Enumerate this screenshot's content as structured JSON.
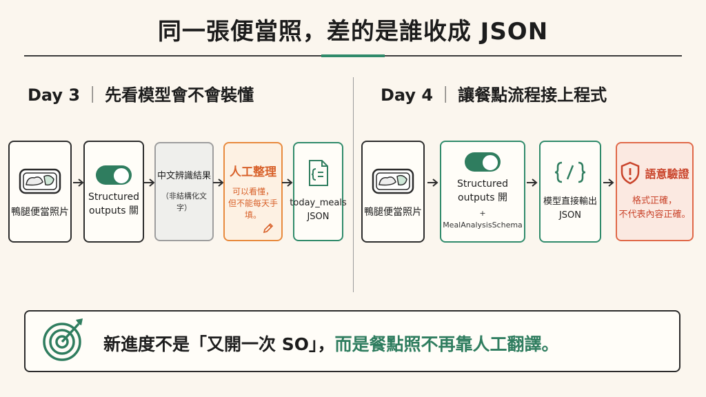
{
  "title": "同一張便當照，差的是誰收成 JSON",
  "day3": {
    "heading_day": "Day 3",
    "heading_sep": "｜",
    "heading_text": "先看模型會不會裝懂",
    "photo_label": "鴨腿便當照片",
    "so_line1": "Structured",
    "so_line2": "outputs 關",
    "result_title": "中文辨識結果",
    "result_sub": "（非結構化文字）",
    "manual_title": "人工整理",
    "manual_line1": "可以看懂，",
    "manual_line2": "但不能每天手填。",
    "json_line1": "today_meals",
    "json_line2": "JSON"
  },
  "day4": {
    "heading_day": "Day 4",
    "heading_sep": "｜",
    "heading_text": "讓餐點流程接上程式",
    "photo_label": "鴨腿便當照片",
    "so_line1": "Structured",
    "so_line2": "outputs 開",
    "so_line3": "+ MealAnalysisSchema",
    "model_line1": "模型直接輸出",
    "model_line2": "JSON",
    "check_title": "語意驗證",
    "check_line1": "格式正確，",
    "check_line2": "不代表內容正確。"
  },
  "bottom": {
    "text_main": "新進度不是「又開一次 SO」，",
    "text_green": "而是餐點照不再靠人工翻譯。"
  },
  "icons": {
    "bento": "bento-box-icon",
    "toggle": "toggle-switch-icon",
    "json_doc": "json-document-icon",
    "code": "code-brackets-icon",
    "pencil": "pencil-icon",
    "warning": "warning-shield-icon",
    "target": "target-arrow-icon"
  },
  "colors": {
    "accent_green": "#2f7d5f",
    "manual_orange": "#d8612a",
    "warning_red": "#c9432a"
  }
}
